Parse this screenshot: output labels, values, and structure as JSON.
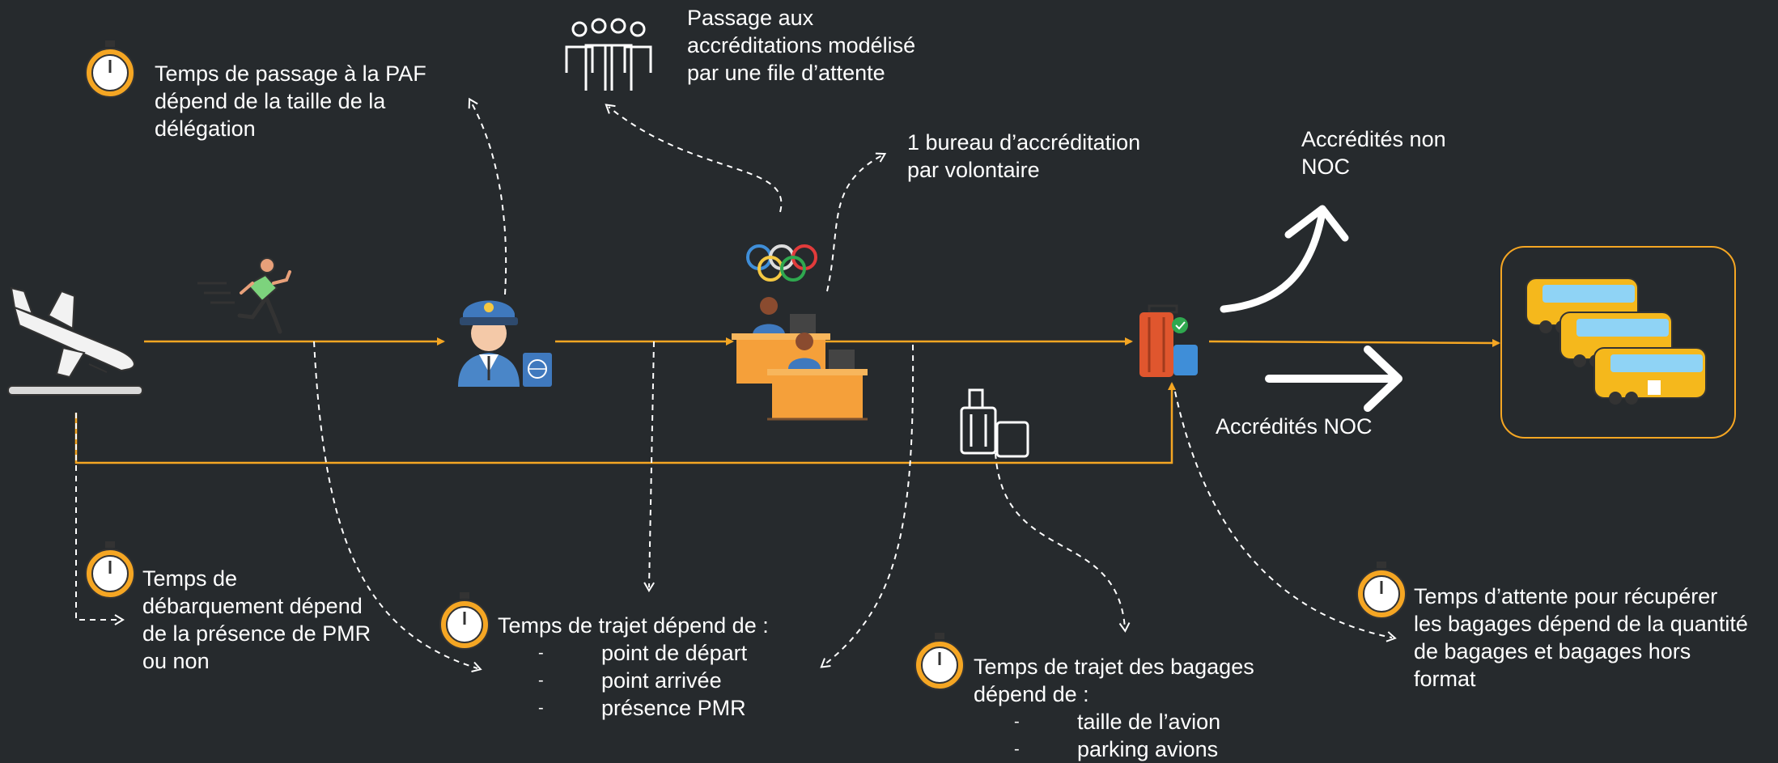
{
  "colors": {
    "background": "#262a2d",
    "flow": "#f5a623",
    "text": "#ffffff",
    "timer_ring": "#f5a623"
  },
  "icons": [
    "airplane-landing-icon",
    "runner-icon",
    "police-officer-icon",
    "passport-icon",
    "crowd-icon",
    "olympic-rings-icon",
    "accreditation-desk-icon",
    "luggage-icon",
    "suitcase-checked-icon",
    "bus-icon",
    "stopwatch-icon"
  ],
  "annotations": {
    "paf": [
      "Temps de passage à la PAF",
      "dépend de la taille de la",
      "délégation"
    ],
    "queue": [
      "Passage aux",
      "accréditations modélisé",
      "par une file d’attente"
    ],
    "bureau": [
      "1 bureau d’accréditation",
      "par volontaire"
    ],
    "non_noc": [
      "Accrédités non",
      "NOC"
    ],
    "noc": "Accrédités NOC",
    "debarquement": [
      "Temps de",
      "débarquement dépend",
      "de la présence de PMR",
      "ou non"
    ],
    "trajet": {
      "title": "Temps de trajet dépend de :",
      "items": [
        {
          "dash": "-",
          "label": "point de départ"
        },
        {
          "dash": "-",
          "label": "point arrivée"
        },
        {
          "dash": "-",
          "label": "présence PMR"
        }
      ]
    },
    "bagages_trajet": {
      "lines": [
        "Temps de trajet des bagages",
        "dépend de :"
      ],
      "items": [
        {
          "dash": "-",
          "label": "taille de l’avion"
        },
        {
          "dash": "-",
          "label": "parking avions"
        }
      ]
    },
    "attente": [
      "Temps d’attente pour récupérer",
      "les bagages dépend de la quantité",
      "de bagages et bagages hors",
      "format"
    ]
  }
}
